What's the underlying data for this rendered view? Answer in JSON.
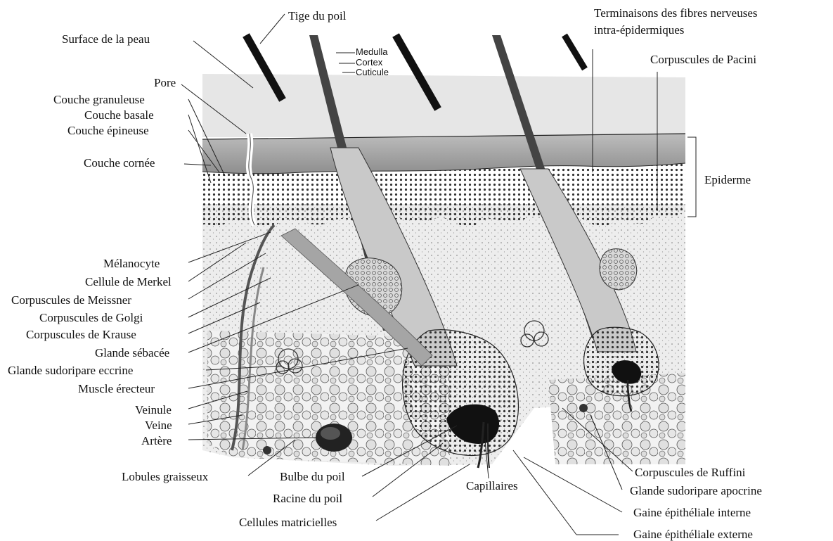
{
  "labels": {
    "tige_du_poil": "Tige du poil",
    "medulla": "Medulla",
    "cortex": "Cortex",
    "cuticule": "Cuticule",
    "terminaisons_1": "Terminaisons des fibres nerveuses",
    "terminaisons_2": "intra-épidermiques",
    "corpuscules_pacini": "Corpuscules de Pacini",
    "surface_peau": "Surface de la peau",
    "pore": "Pore",
    "couche_granuleuse": "Couche granuleuse",
    "couche_basale": "Couche basale",
    "couche_epineuse": "Couche épineuse",
    "couche_cornee": "Couche cornée",
    "epiderme": "Epiderme",
    "melanocyte": "Mélanocyte",
    "cellule_merkel": "Cellule de Merkel",
    "corpuscules_meissner": "Corpuscules de Meissner",
    "corpuscules_golgi": "Corpuscules de Golgi",
    "corpuscules_krause": "Corpuscules de Krause",
    "glande_sebacee": "Glande sébacée",
    "glande_eccrine": "Glande sudoripare eccrine",
    "muscle_erecteur": "Muscle érecteur",
    "veinule": "Veinule",
    "veine": "Veine",
    "artere": "Artère",
    "lobules_graisseux": "Lobules graisseux",
    "bulbe_du_poil": "Bulbe du poil",
    "racine_du_poil": "Racine du poil",
    "cellules_matricielles": "Cellules matricielles",
    "capillaires": "Capillaires",
    "corpuscules_ruffini": "Corpuscules de Ruffini",
    "glande_apocrine": "Glande sudoripare apocrine",
    "gaine_interne": "Gaine épithéliale interne",
    "gaine_externe": "Gaine épithéliale externe"
  }
}
